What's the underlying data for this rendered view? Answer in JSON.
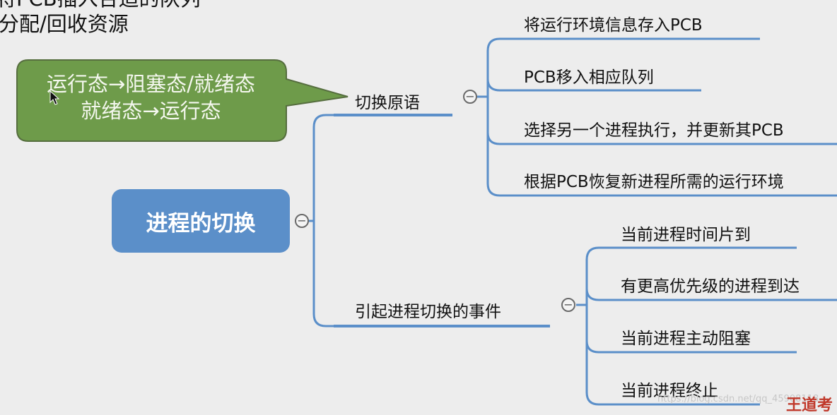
{
  "header_lines": [
    "将PCB插入合适的队列",
    "分配/回收资源"
  ],
  "central_topic": "进程的切换",
  "callout": {
    "lines": [
      "运行态→阻塞态/就绪态",
      "就绪态→运行态"
    ],
    "fill": "#6e9b4a",
    "border": "#566e3f"
  },
  "branches": [
    {
      "label": "切换原语",
      "children": [
        "将运行环境信息存入PCB",
        "PCB移入相应队列",
        "选择另一个进程执行，并更新其PCB",
        "根据PCB恢复新进程所需的运行环境"
      ]
    },
    {
      "label": "引起进程切换的事件",
      "children": [
        "当前进程时间片到",
        "有更高优先级的进程到达",
        "当前进程主动阻塞",
        "当前进程终止"
      ]
    }
  ],
  "collapse_symbol": "−",
  "watermark": "https://blog.csdn.net/qq_45908118",
  "brand": "王道考",
  "colors": {
    "central": "#5b8fc9",
    "connector": "#5b8fc9",
    "background": "#ededed"
  }
}
